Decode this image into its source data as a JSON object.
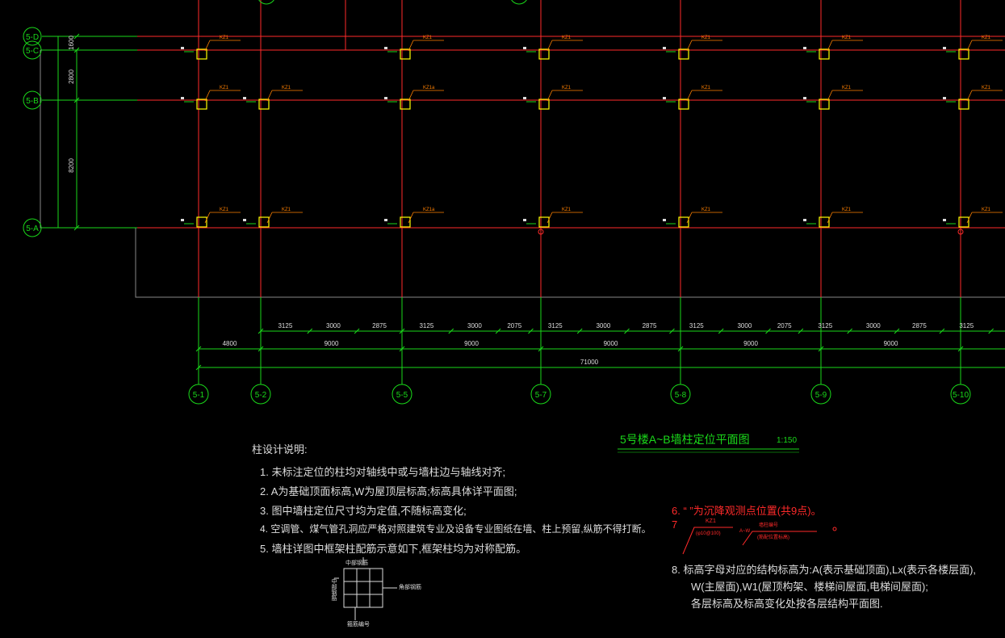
{
  "axes": {
    "horizontal": [
      {
        "label": "5-D"
      },
      {
        "label": "5-C"
      },
      {
        "label": "5-B"
      },
      {
        "label": "5-A"
      }
    ],
    "vertical": [
      {
        "label": "5-1"
      },
      {
        "label": "5-2"
      },
      {
        "label": "5-5"
      },
      {
        "label": "5-7"
      },
      {
        "label": "5-8"
      },
      {
        "label": "5-9"
      },
      {
        "label": "5-10"
      }
    ]
  },
  "dimensions": {
    "row1": [
      "3125",
      "3000",
      "2875",
      "3125",
      "3000",
      "2075",
      "3125",
      "3000",
      "2875",
      "3125",
      "3000",
      "2075",
      "3125",
      "3000",
      "2875",
      "3125"
    ],
    "row2": [
      "4800",
      "9000",
      "9000",
      "9000",
      "9000",
      "9000"
    ],
    "row3": [
      "71000"
    ],
    "left": [
      "1600",
      "2800",
      "8200"
    ]
  },
  "columns": [
    {
      "tag": "KZ1"
    },
    {
      "tag": "KZ1"
    },
    {
      "tag": "KZ1"
    },
    {
      "tag": "KZ1"
    },
    {
      "tag": "KZ1"
    },
    {
      "tag": "KZ1"
    },
    {
      "tag": "KZ1"
    },
    {
      "tag": "KZ1"
    },
    {
      "tag": "KZ1a"
    },
    {
      "tag": "KZ1"
    },
    {
      "tag": "KZ1"
    },
    {
      "tag": "KZ1"
    },
    {
      "tag": "KZ1"
    },
    {
      "tag": "KZ1"
    },
    {
      "tag": "KZ1"
    },
    {
      "tag": "KZ1a"
    },
    {
      "tag": "KZ1"
    },
    {
      "tag": "KZ1"
    },
    {
      "tag": "KZ1"
    },
    {
      "tag": "KZ1"
    }
  ],
  "drawing": {
    "title": "5号楼A~B墙柱定位平面图",
    "scale": "1:150"
  },
  "notes": {
    "title": "柱设计说明:",
    "items": [
      "1. 未标注定位的柱均对轴线中或与墙柱边与轴线对齐;",
      "2. A为基础顶面标高,W为屋顶层标高;标高具体详平面图;",
      "3. 图中墙柱定位尺寸均为定值,不随标高变化;",
      "4. 空调管、煤气管孔洞应严格对照建筑专业及设备专业图纸在墙、柱上预留,纵筋不得打断。",
      "5. 墙柱详图中框架柱配筋示意如下,框架柱均为对称配筋。"
    ],
    "detail_labels": [
      "中部钢筋",
      "中部钢筋",
      "角部钢筋",
      "箍筋编号"
    ],
    "red_items": [
      {
        "text": "6. “  ”为沉降观测点位置(共9点)。",
        "color": "#ff2a2a"
      },
      {
        "text": "7",
        "color": "#ff2a2a"
      }
    ],
    "item7_labels": [
      "KZ1",
      "(φ10@100)",
      "A~W",
      "墙柱编号",
      "(筋配位置标高)"
    ],
    "item8": [
      "8. 标高字母对应的结构标高为:A(表示基础顶面),Lx(表示各楼层面),",
      "W(主屋面),W1(屋顶构架、楼梯间屋面,电梯间屋面);",
      "各层标高及标高变化处按各层结构平面图."
    ]
  },
  "colors": {
    "background": "#000000",
    "axis_line": "#ff2a2a",
    "dim_line": "#1ad81a",
    "column": "#ffff00",
    "annotation": "#ff8000",
    "text": "#dddddd"
  }
}
